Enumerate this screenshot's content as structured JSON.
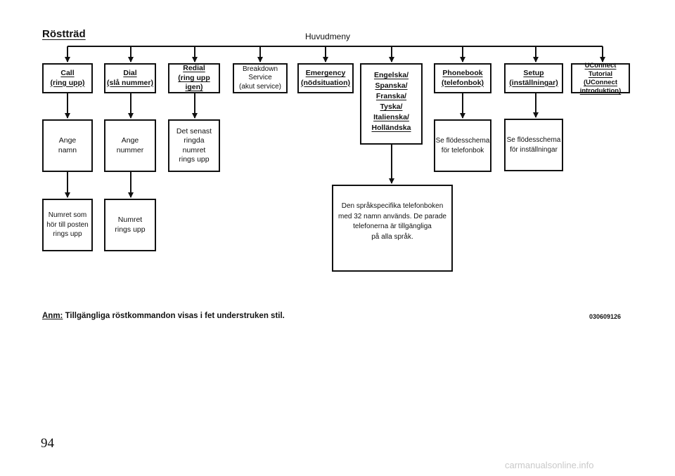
{
  "title": "Röstträd",
  "main_menu_label": "Huvudmeny",
  "top_boxes": {
    "call": [
      "Call",
      "(ring upp)"
    ],
    "dial": [
      "Dial",
      "(slå nummer)"
    ],
    "redial": [
      "Redial",
      "(ring upp igen)"
    ],
    "breakdown": [
      "Breakdown",
      "Service",
      "(akut service)"
    ],
    "emergency": [
      "Emergency",
      "(nödsituation)"
    ],
    "languages": [
      "Engelska/",
      "Spanska/",
      "Franska/",
      "Tyska/",
      "Italienska/",
      "Holländska"
    ],
    "phonebook": [
      "Phonebook",
      "(telefonbok)"
    ],
    "setup": [
      "Setup",
      "(inställningar)"
    ],
    "uconnect": [
      "UConnect Tutorial",
      "(UConnect",
      "introduktion)"
    ]
  },
  "sub_boxes": {
    "enter_name": [
      "Ange",
      "namn"
    ],
    "enter_number": [
      "Ange",
      "nummer"
    ],
    "last_dialed": [
      "Det senast",
      "ringda",
      "numret",
      "rings upp"
    ],
    "phonebook_flow": [
      "Se flödesschema",
      "för telefonbok"
    ],
    "setup_flow": [
      "Se flödesschema",
      "för inställningar"
    ],
    "entry_dialed": [
      "Numret som",
      "hör till posten",
      "rings upp"
    ],
    "number_dialed": [
      "Numret",
      "rings upp"
    ],
    "language_phonebook": [
      "Den språkspecifika telefonboken",
      "med 32 namn används. De parade",
      "telefonerna är tillgängliga",
      "på alla språk."
    ]
  },
  "note": {
    "key": "Anm:",
    "text": " Tillgängliga röstkommandon visas i fet understruken stil."
  },
  "ref_code": "030609126",
  "page_number": "94",
  "footer": "carmanualsonline.info"
}
